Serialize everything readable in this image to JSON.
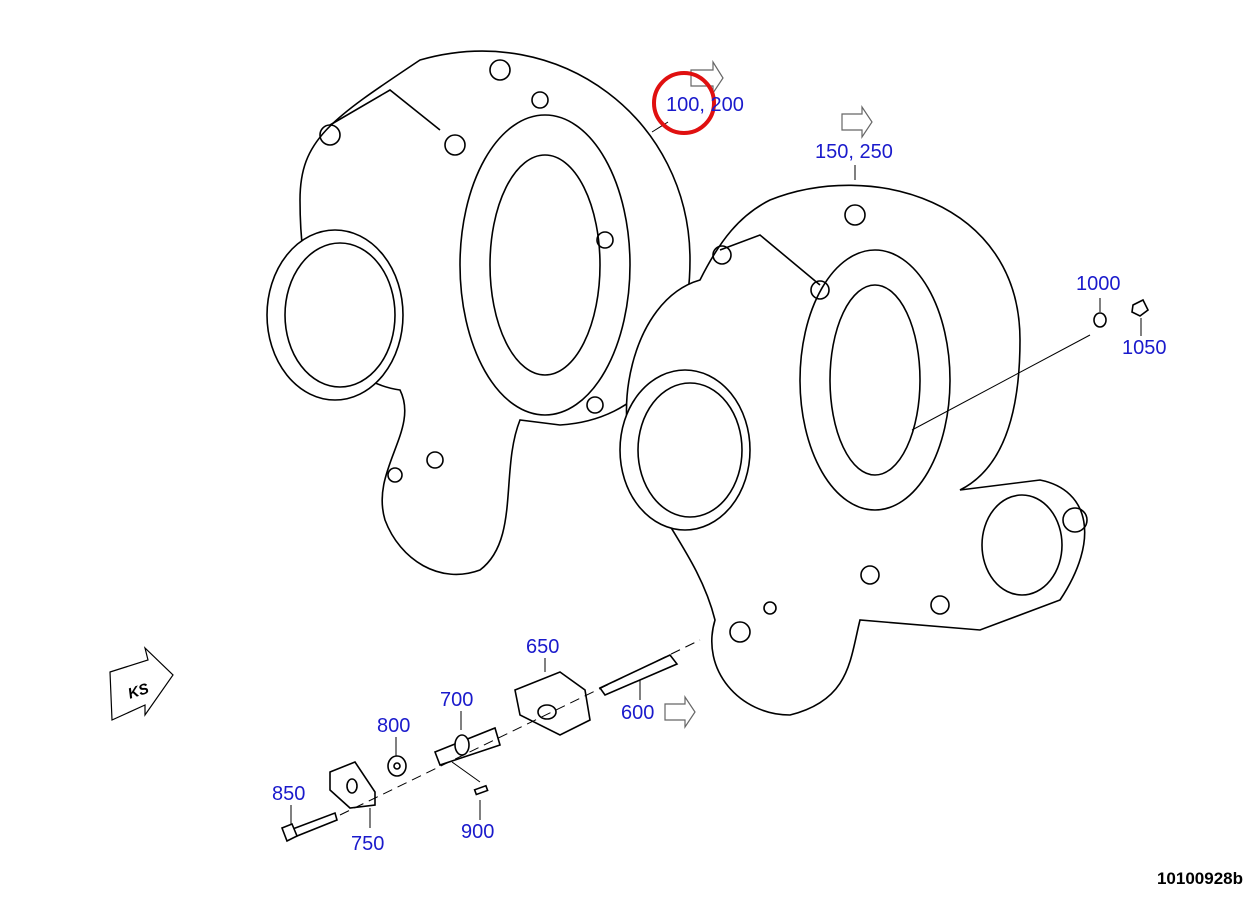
{
  "diagram": {
    "callouts": [
      {
        "id": "c100",
        "text": "100, 200",
        "highlighted": true
      },
      {
        "id": "c150",
        "text": "150, 250"
      },
      {
        "id": "c1000",
        "text": "1000"
      },
      {
        "id": "c1050",
        "text": "1050"
      },
      {
        "id": "c650",
        "text": "650"
      },
      {
        "id": "c700",
        "text": "700"
      },
      {
        "id": "c800",
        "text": "800"
      },
      {
        "id": "c850",
        "text": "850"
      },
      {
        "id": "c750",
        "text": "750"
      },
      {
        "id": "c900",
        "text": "900"
      },
      {
        "id": "c600",
        "text": "600"
      }
    ],
    "direction_marker": "KS",
    "drawing_number": "10100928b",
    "colors": {
      "callout": "#1a1acc",
      "highlight": "#e01010",
      "line": "#000000"
    }
  }
}
